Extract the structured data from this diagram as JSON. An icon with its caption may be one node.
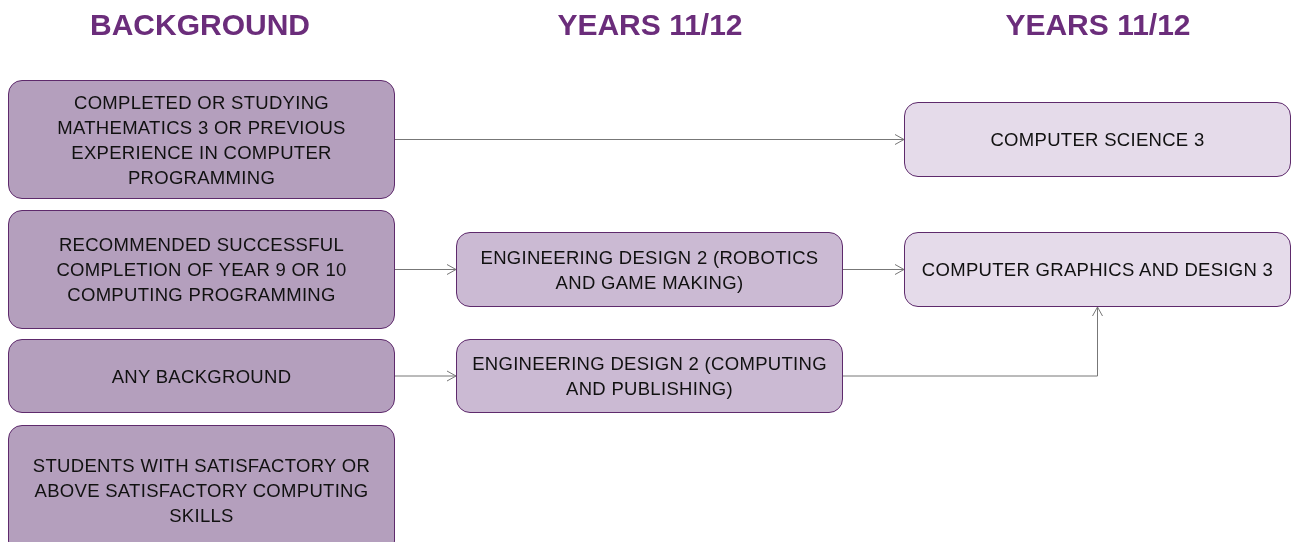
{
  "diagram": {
    "nodes": [
      {
        "text": [
          "COMPLETED OR STUDYING MATHEMATICS 3 OR PREVIOUS EXPERIENCE IN COMPUTER PROGRAMMING"
        ]
      },
      {
        "text": [
          "RECOMMENDED SUCCESSFUL COMPLETION OF YEAR 9 OR 10 COMPUTING PROGRAMMING"
        ]
      },
      {
        "text": [
          "ANY BACKGROUND"
        ]
      },
      {
        "text": [
          "STUDENTS WITH SATISFACTORY OR ABOVE SATISFACTORY COMPUTING SKILLS"
        ]
      },
      {
        "text": [
          "ENGINEERING DESIGN 2 (ROBOTICS AND GAME MAKING)"
        ]
      },
      {
        "text": [
          "ENGINEERING DESIGN 2 (COMPUTING AND PUBLISHING)"
        ]
      },
      {
        "text": [
          "COMPUTER SCIENCE 3"
        ]
      },
      {
        "text": [
          "COMPUTER GRAPHICS AND DESIGN 3"
        ]
      }
    ],
    "edges": [
      {
        "from": 0,
        "to": 6,
        "arrow": "to"
      },
      {
        "from": 1,
        "to": 4,
        "arrow": "to"
      },
      {
        "from": 4,
        "to": 7,
        "arrow": "to"
      },
      {
        "from": 2,
        "to": 5,
        "arrow": "to"
      },
      {
        "from": 5,
        "to": 7,
        "arrow": "to"
      }
    ],
    "labels": [
      "BACKGROUND",
      "YEARS 11/12",
      "YEARS 11/12"
    ]
  }
}
